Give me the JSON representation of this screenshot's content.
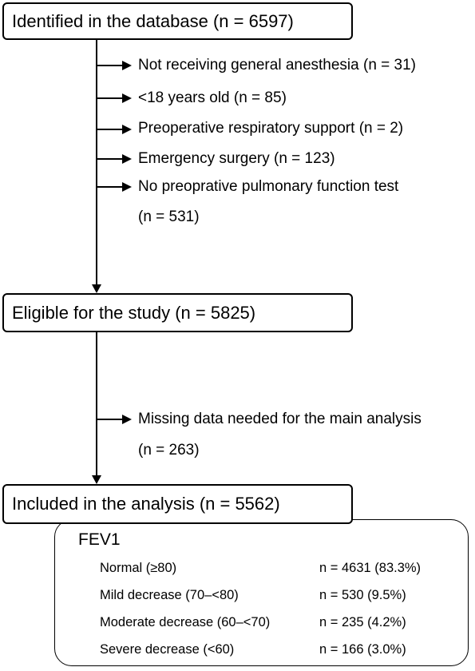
{
  "identified": "Identified in the database (n = 6597)",
  "exclusions1": [
    "Not receiving general anesthesia (n = 31)",
    "<18 years old (n = 85)",
    "Preoperative respiratory support (n = 2)",
    "Emergency surgery (n = 123)",
    "No preoprative pulmonary function test"
  ],
  "exclusions1_tail": "(n = 531)",
  "eligible": "Eligible for the study (n = 5825)",
  "exclusion2": "Missing data needed for the main analysis",
  "exclusion2_tail": "(n = 263)",
  "included": "Included in the analysis (n = 5562)",
  "fev1": {
    "title": "FEV1",
    "rows": [
      {
        "label": "Normal (≥80)",
        "value": "n = 4631 (83.3%)"
      },
      {
        "label": "Mild decrease (70–<80)",
        "value": "n = 530 (9.5%)"
      },
      {
        "label": "Moderate decrease (60–<70)",
        "value": "n = 235 (4.2%)"
      },
      {
        "label": "Severe decrease (<60)",
        "value": "n = 166 (3.0%)"
      }
    ]
  }
}
